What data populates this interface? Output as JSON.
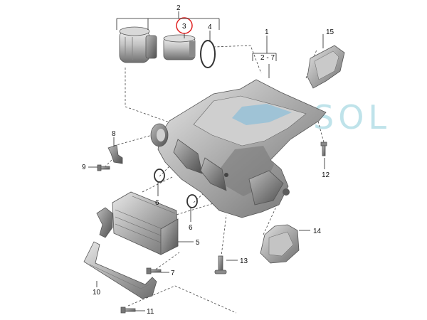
{
  "watermark": "SOL",
  "highlight_color": "#e02020",
  "watermark_color": "#bfe3ea",
  "callouts": {
    "c1": "1",
    "c2": "2",
    "c3": "3",
    "c4": "4",
    "c5": "5",
    "c6a": "6",
    "c6b": "6",
    "c7": "7",
    "c8": "8",
    "c9": "9",
    "c10": "10",
    "c11": "11",
    "c12": "12",
    "c13": "13",
    "c14": "14",
    "c15": "15",
    "c2_7": "2 - 7"
  }
}
